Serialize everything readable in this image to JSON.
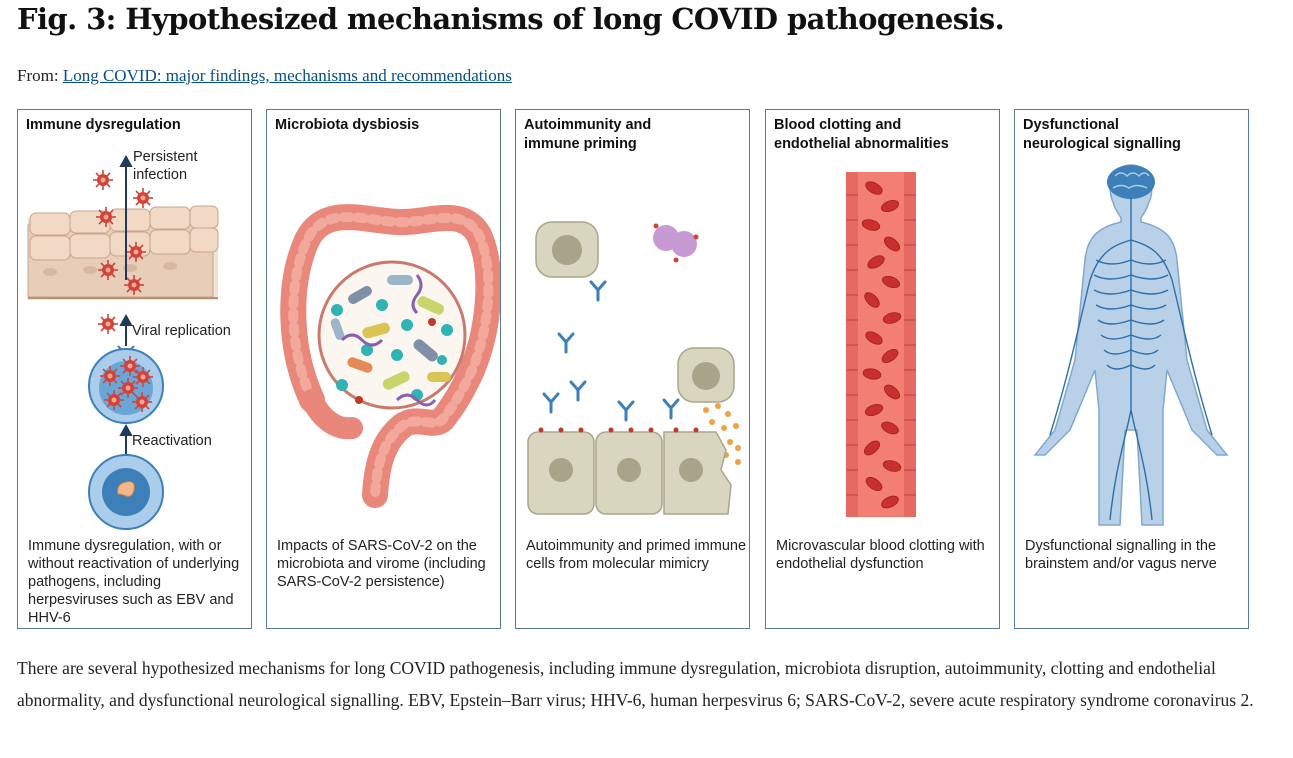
{
  "figure": {
    "title": "Fig. 3: Hypothesized mechanisms of long COVID pathogenesis.",
    "from_prefix": "From:",
    "from_link": "Long COVID: major findings, mechanisms and recommendations"
  },
  "panels": [
    {
      "title": "Immune dysregulation",
      "labels": [
        "Persistent",
        "infection",
        "Viral replication",
        "Reactivation"
      ],
      "caption": "Immune dysregulation, with or without reactivation of underlying pathogens, including herpesviruses such as EBV and HHV-6"
    },
    {
      "title": "Microbiota dysbiosis",
      "caption": "Impacts of SARS-CoV-2 on the microbiota and virome (including SARS-CoV-2 persistence)"
    },
    {
      "title_line1": "Autoimmunity and",
      "title_line2": "immune priming",
      "caption": "Autoimmunity and primed immune cells from molecular mimicry"
    },
    {
      "title_line1": "Blood clotting and",
      "title_line2": "endothelial abnormalities",
      "caption": "Microvascular blood clotting with endothelial dysfunction"
    },
    {
      "title_line1": "Dysfunctional",
      "title_line2": "neurological signalling",
      "caption": "Dysfunctional signalling in the brainstem and/or vagus nerve"
    }
  ],
  "caption": "There are several hypothesized mechanisms for long COVID pathogenesis, including immune dysregulation, microbiota disruption, autoimmunity, clotting and endothelial abnormality, and dysfunctional neurological signalling. EBV, Epstein–Barr virus; HHV-6, human herpesvirus 6; SARS-CoV-2, severe acute respiratory syndrome coronavirus 2.",
  "colors": {
    "link": "#064e8b",
    "panel_border": "#5a7a98",
    "virus": "#d0433a",
    "epithelium": "#e8cdb8",
    "intestine": "#e8877a",
    "blood_vessel": "#e66a62",
    "red_cell": "#c9302c",
    "nervous_system": "#7fa8cf",
    "nerve": "#2d6fa8",
    "antibody": "#3d7fb8",
    "host_cell": "#d8d6bf"
  }
}
